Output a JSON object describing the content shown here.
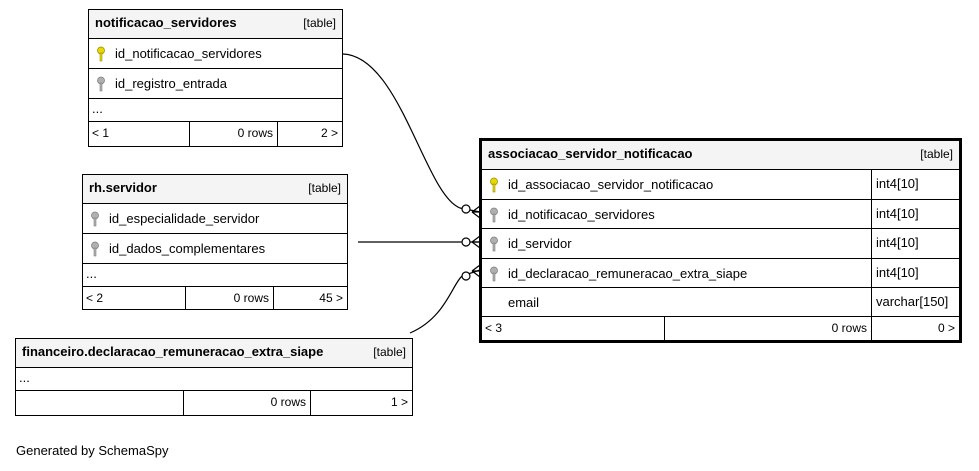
{
  "tables": {
    "notificacao_servidores": {
      "name": "notificacao_servidores",
      "type": "[table]",
      "columns": [
        {
          "name": "id_notificacao_servidores",
          "key": "primary"
        },
        {
          "name": "id_registro_entrada",
          "key": "foreign"
        }
      ],
      "ellipsis": "...",
      "footer": {
        "parents": "< 1",
        "rows": "0 rows",
        "children": "2 >"
      }
    },
    "rh_servidor": {
      "name": "rh.servidor",
      "type": "[table]",
      "columns": [
        {
          "name": "id_especialidade_servidor",
          "key": "foreign"
        },
        {
          "name": "id_dados_complementares",
          "key": "foreign"
        }
      ],
      "ellipsis": "...",
      "footer": {
        "parents": "< 2",
        "rows": "0 rows",
        "children": "45 >"
      }
    },
    "financeiro": {
      "name": "financeiro.declaracao_remuneracao_extra_siape",
      "type": "[table]",
      "ellipsis": "...",
      "footer": {
        "parents": "",
        "rows": "0 rows",
        "children": "1 >"
      }
    },
    "associacao": {
      "name": "associacao_servidor_notificacao",
      "type": "[table]",
      "columns": [
        {
          "name": "id_associacao_servidor_notificacao",
          "datatype": "int4[10]",
          "key": "primary"
        },
        {
          "name": "id_notificacao_servidores",
          "datatype": "int4[10]",
          "key": "foreign"
        },
        {
          "name": "id_servidor",
          "datatype": "int4[10]",
          "key": "foreign"
        },
        {
          "name": "id_declaracao_remuneracao_extra_siape",
          "datatype": "int4[10]",
          "key": "foreign"
        },
        {
          "name": "email",
          "datatype": "varchar[150]",
          "key": "none"
        }
      ],
      "footer": {
        "parents": "< 3",
        "rows": "0 rows",
        "children": "0 >"
      }
    }
  },
  "colors": {
    "primary_key": "#e8d800",
    "foreign_key": "#b0b0b0",
    "header_bg": "#f4f4f4"
  },
  "credit": "Generated by SchemaSpy"
}
